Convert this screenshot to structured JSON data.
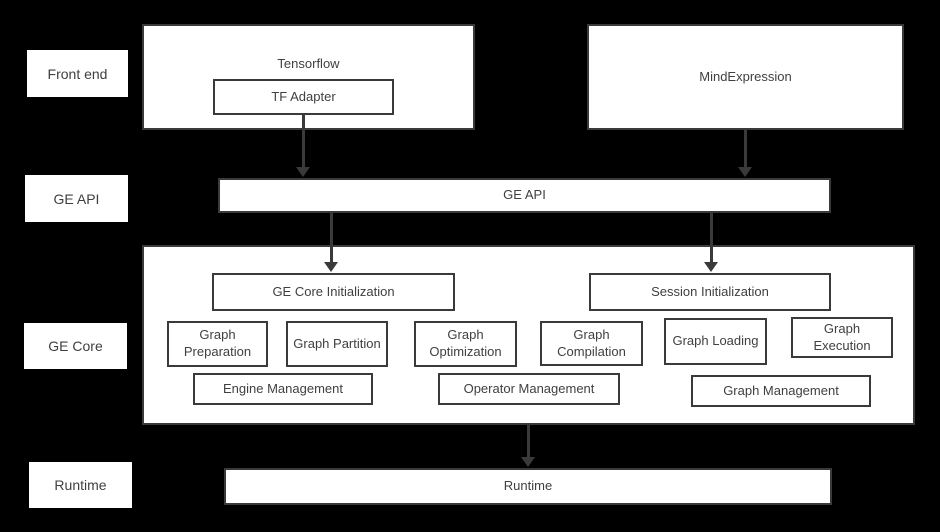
{
  "diagram": {
    "layers": [
      {
        "label": "Front end"
      },
      {
        "label": "GE API"
      },
      {
        "label": "GE Core"
      },
      {
        "label": "Runtime"
      }
    ],
    "frontend": {
      "tensorflow_title": "Tensorflow",
      "tf_adapter": "TF Adapter",
      "mind_expression": "MindExpression"
    },
    "api": {
      "label": "GE API"
    },
    "core": {
      "init": "GE Core Initialization",
      "session": "Session Initialization",
      "stages": [
        "Graph Preparation",
        "Graph Partition",
        "Graph Optimization",
        "Graph Compilation",
        "Graph Loading",
        "Graph Execution"
      ],
      "management": [
        "Engine Management",
        "Operator Management",
        "Graph Management"
      ]
    },
    "runtime": {
      "label": "Runtime"
    },
    "colors": {
      "background": "#000000",
      "box_fill": "#ffffff",
      "border": "#3a3a3a",
      "text": "#404040"
    }
  }
}
